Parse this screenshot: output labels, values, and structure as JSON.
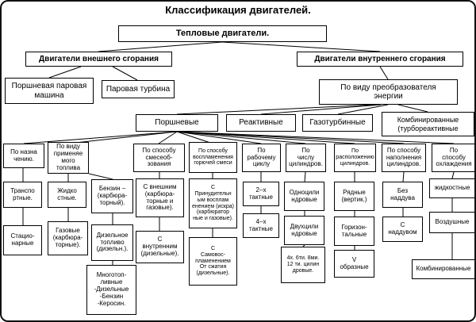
{
  "title": "Классификация двигателей.",
  "root": "Тепловые двигатели.",
  "external": {
    "label": "Двигатели внешнего сгорания",
    "piston_steam": "Поршневая паровая\nмашина",
    "steam_turbine": "Паровая турбина"
  },
  "internal": {
    "label": "Двигатели внутреннего сгорания",
    "converter": "По виду преобразователя\nэнергии",
    "types": {
      "piston": "Поршневые",
      "jet": "Реактивные",
      "gas_turbine": "Газотурбинные",
      "combined": "Комбинированные\n(турбореактивные"
    }
  },
  "categories": {
    "purpose": {
      "label": "По назна\nчению.",
      "transport": "Транспо\nртные.",
      "stationary": "Стацио-\nнарные"
    },
    "fuel": {
      "label": "По виду\nприменяе\nмого\nтоплива",
      "liquid": "Жидко\nстные.",
      "gas": "Газовые\n(карбюра-\nторные).",
      "petrol": "Бензин –\n(карбюра-\nторный).",
      "diesel": "Дизельное\nтопливо\n(дизельн.).",
      "multifuel": "Многотоп-\nливные\n-Дизельные\n-Бензин\n-Керосин."
    },
    "mixture": {
      "label": "По способу\nсмесеоб-\nзования",
      "external_mix": "С внешним\n(карбюра-\nторные и\nгазовые).",
      "internal_mix": "С\nвнутренним\n(дизельные)."
    },
    "ignition": {
      "label": "По способу\nвоспламенения\nгорючей смеси",
      "forced": "С\nПринудительн\nым восплам\nенением (искра)\n(карбюратор\nные и газовые).",
      "self": "С\nСамовос-\nпламенением\nОт сжатия\n(дизельные)."
    },
    "cycle": {
      "label": "По\nрабочему\nциклу",
      "two_stroke": "2–х\nтактные",
      "four_stroke": "4–х\nтактные"
    },
    "cylinder_count": {
      "label": "По\nчислу\nцилиндров.",
      "one": "Одноцили\nндровые",
      "two": "Двухцили\nндровые",
      "many": "4х. 6ти. 8ми.\n12 ти. цилин\nдровые."
    },
    "cylinder_layout": {
      "label": "По\nрасположению\nцилиндров.",
      "inline": "Рядные\n(вертик.)",
      "horizontal": "Горизон-\nтальные",
      "v_shaped": "V\nобразные"
    },
    "filling": {
      "label": "По способу\nнаполнения\nцилиндров.",
      "no_boost": "Без\nнаддува",
      "boost": "С\nнаддувом"
    },
    "cooling": {
      "label": "По\nспособу\nохлаждения",
      "liquid": "жидкостные",
      "air": "Воздушные",
      "combined": "Комбинированные"
    }
  }
}
